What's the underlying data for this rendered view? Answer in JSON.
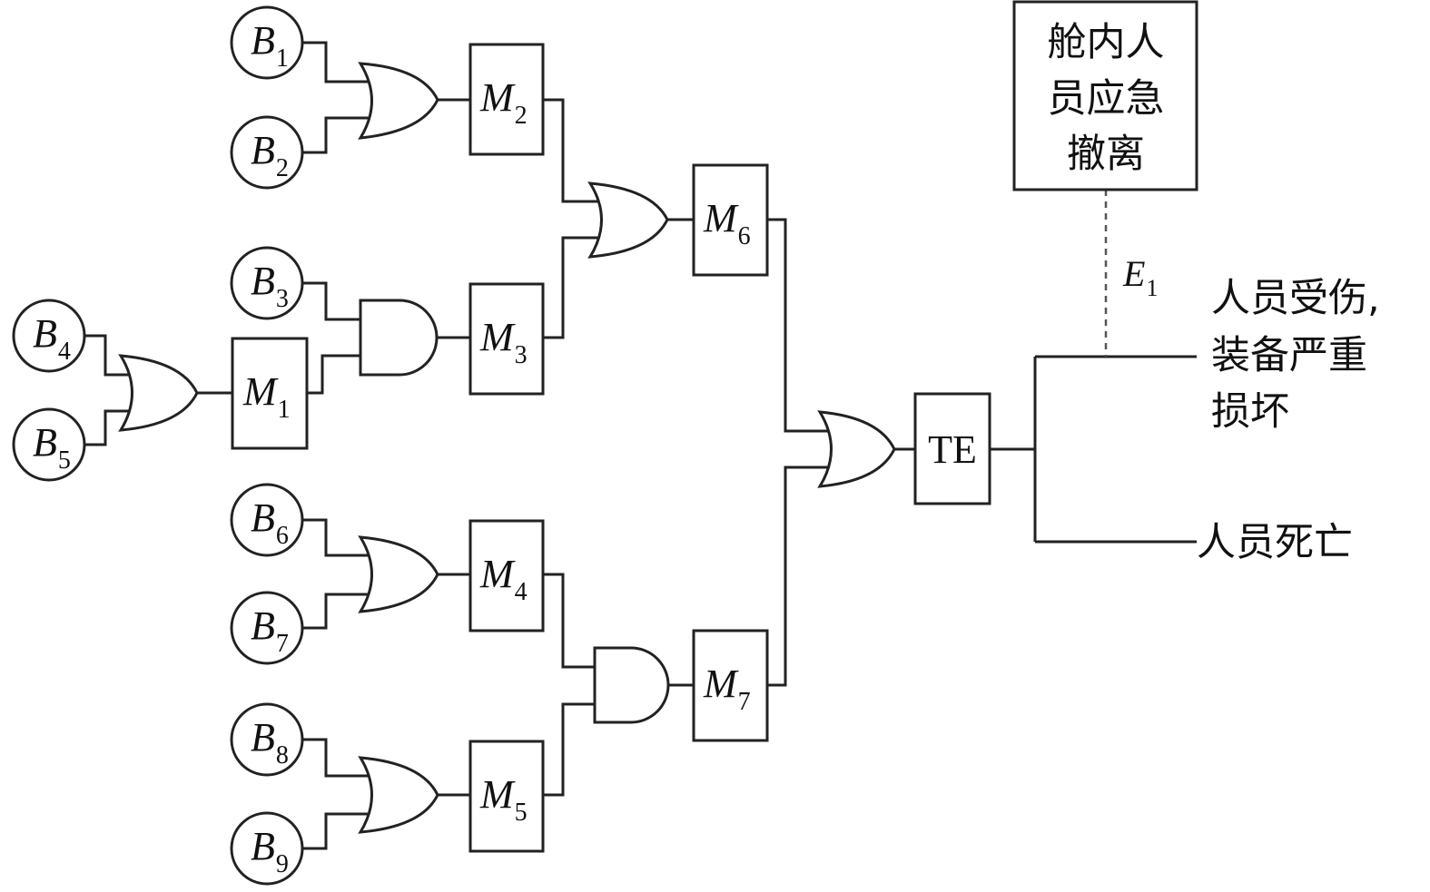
{
  "events": {
    "B1": {
      "main": "B",
      "sub": "1"
    },
    "B2": {
      "main": "B",
      "sub": "2"
    },
    "B3": {
      "main": "B",
      "sub": "3"
    },
    "B4": {
      "main": "B",
      "sub": "4"
    },
    "B5": {
      "main": "B",
      "sub": "5"
    },
    "B6": {
      "main": "B",
      "sub": "6"
    },
    "B7": {
      "main": "B",
      "sub": "7"
    },
    "B8": {
      "main": "B",
      "sub": "8"
    },
    "B9": {
      "main": "B",
      "sub": "9"
    },
    "M1": {
      "main": "M",
      "sub": "1"
    },
    "M2": {
      "main": "M",
      "sub": "2"
    },
    "M3": {
      "main": "M",
      "sub": "3"
    },
    "M4": {
      "main": "M",
      "sub": "4"
    },
    "M5": {
      "main": "M",
      "sub": "5"
    },
    "M6": {
      "main": "M",
      "sub": "6"
    },
    "M7": {
      "main": "M",
      "sub": "7"
    },
    "TE": {
      "main": "TE"
    }
  },
  "gates": {
    "g1": "OR",
    "g2": "OR",
    "g3": "AND",
    "g4": "OR",
    "g5": "OR",
    "g6": "OR",
    "g7": "AND",
    "g8": "OR"
  },
  "barrier": {
    "lines": [
      "舱内人",
      "员应急",
      "撤离"
    ],
    "event": {
      "main": "E",
      "sub": "1"
    }
  },
  "outcomes": {
    "injury": [
      "人员受伤,",
      "装备严重",
      "损坏"
    ],
    "death": [
      "人员死亡"
    ]
  }
}
